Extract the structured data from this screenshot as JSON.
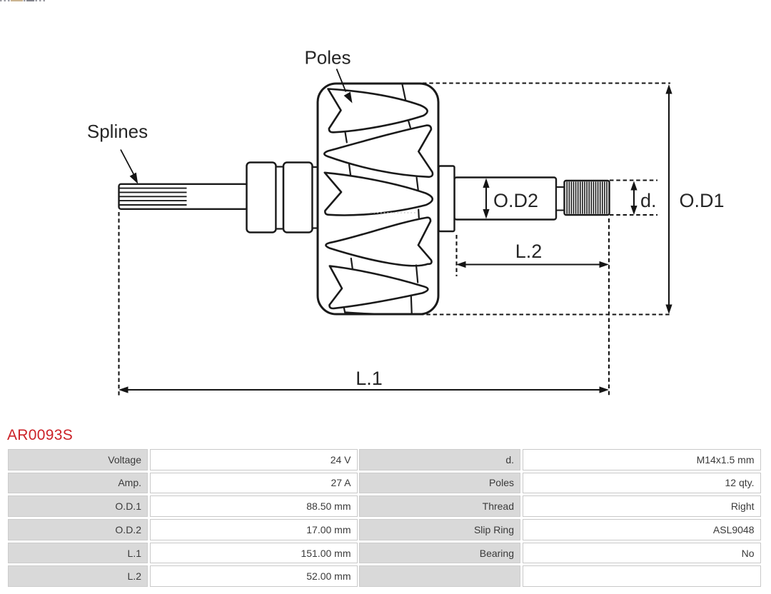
{
  "drawing": {
    "labels": {
      "poles": "Poles",
      "splines": "Splines",
      "od2": "O.D2",
      "d": "d.",
      "od1": "O.D1",
      "l2": "L.2",
      "l1": "L.1"
    },
    "stroke_color": "#1a1a1a"
  },
  "part": {
    "code": "AR0093S",
    "code_color": "#cc2127"
  },
  "table": {
    "label_bg": "#d9d9d9",
    "rows": [
      {
        "cells": [
          "Voltage",
          "24 V",
          "d.",
          "M14x1.5 mm"
        ]
      },
      {
        "cells": [
          "Amp.",
          "27 A",
          "Poles",
          "12 qty."
        ]
      },
      {
        "cells": [
          "O.D.1",
          "88.50 mm",
          "Thread",
          "Right"
        ]
      },
      {
        "cells": [
          "O.D.2",
          "17.00 mm",
          "Slip Ring",
          "ASL9048"
        ]
      },
      {
        "cells": [
          "L.1",
          "151.00 mm",
          "Bearing",
          "No"
        ]
      },
      {
        "cells": [
          "L.2",
          "52.00 mm",
          "",
          ""
        ]
      }
    ]
  }
}
